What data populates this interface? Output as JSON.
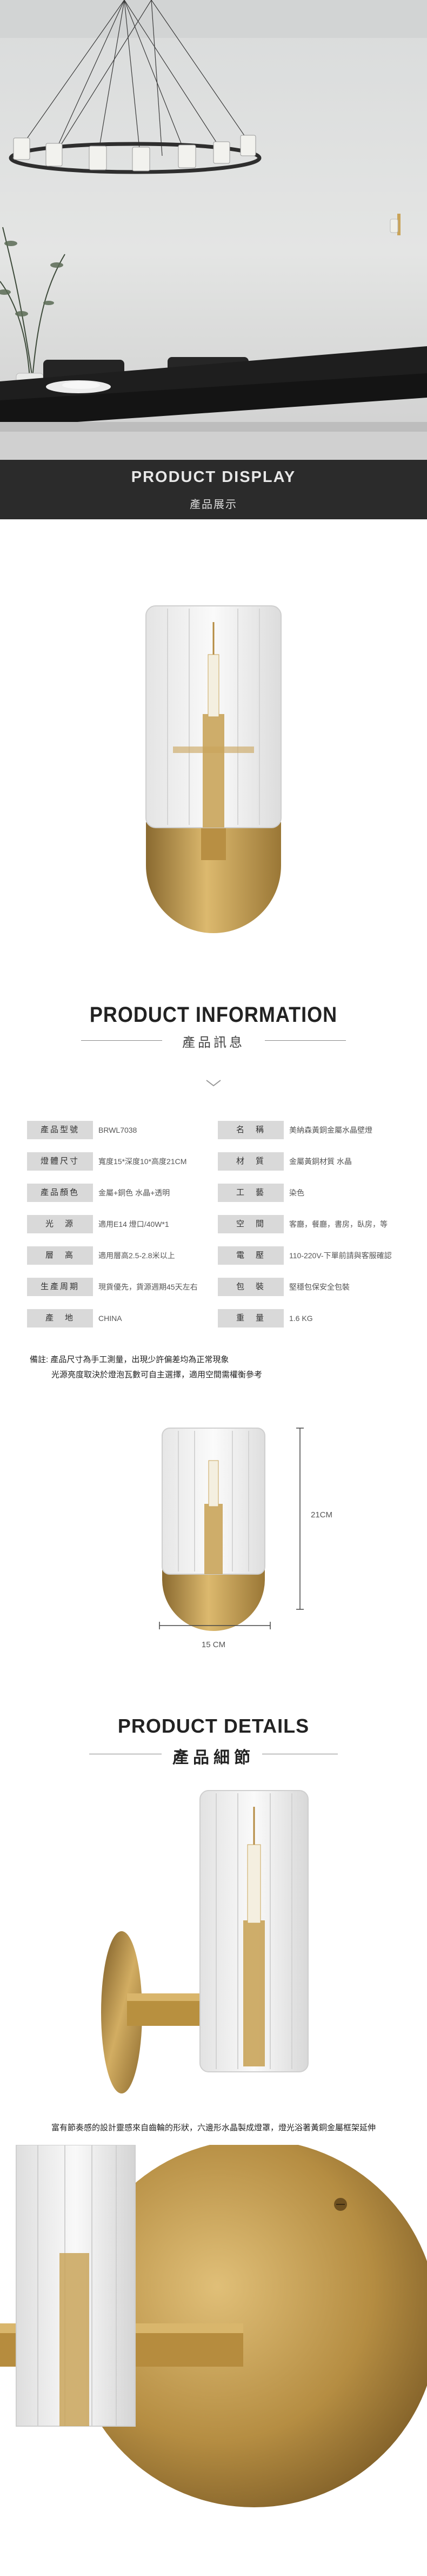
{
  "display": {
    "title_en": "PRODUCT DISPLAY",
    "title_zh": "產品展示"
  },
  "info": {
    "title_en": "PRODUCT INFORMATION",
    "title_zh": "產品訊息",
    "specs": [
      {
        "label": "產品型號",
        "value": "BRWL7038",
        "label2": "名　稱",
        "value2": "美納森黃銅金屬水晶壁燈"
      },
      {
        "label": "燈體尺寸",
        "value": "寬度15*深度10*高度21CM",
        "label2": "材　質",
        "value2": "金屬黃銅材質 水晶"
      },
      {
        "label": "產品顏色",
        "value": "金屬+銅色 水晶+透明",
        "label2": "工　藝",
        "value2": "染色"
      },
      {
        "label": "光　源",
        "value": "適用E14 燈口/40W*1",
        "label2": "空　間",
        "value2": "客廳，餐廳，書房，臥房，等"
      },
      {
        "label": "層　高",
        "value": "適用層高2.5-2.8米以上",
        "label2": "電　壓",
        "value2": "110-220V-下單前請與客服確認"
      },
      {
        "label": "生產周期",
        "value": "現貨優先，貨源週期45天左右",
        "label2": "包　裝",
        "value2": "堅穩包保安全包裝"
      },
      {
        "label": "產　地",
        "value": "CHINA",
        "label2": "重　量",
        "value2": "1.6 KG"
      }
    ],
    "note1": "備註: 產品尺寸為手工測量，出現少許偏差均為正常現象",
    "note2": "光源亮度取決於燈泡瓦數可自主選擇，適用空間需權衡參考",
    "dim_height": "21CM",
    "dim_width": "15  CM"
  },
  "details": {
    "title_en": "PRODUCT DETAILS",
    "title_zh": "產品細節",
    "caption": "富有節奏感的設計靈感來自齒輪的形狀，六邊形水晶製成燈罩，燈光浴著黃銅金屬框架延伸"
  },
  "colors": {
    "band": "#2b2b2b",
    "brass": "#c9a45a",
    "label_bg": "#d9d9d9"
  }
}
